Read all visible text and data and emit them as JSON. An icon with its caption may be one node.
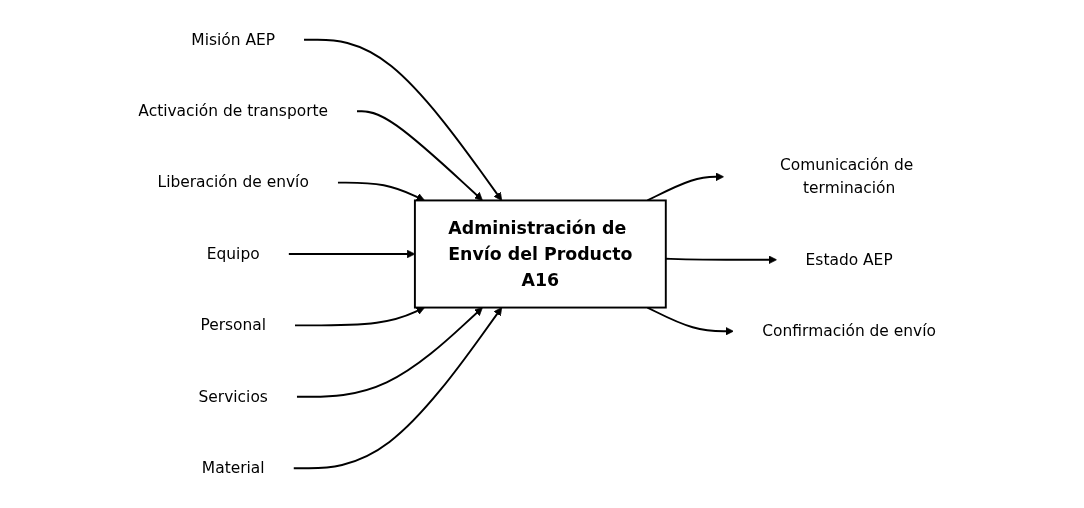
{
  "diagram": {
    "nodes": [
      {
        "text": [
          "Administración de Envío del Producto",
          "A16"
        ]
      },
      {
        "text": [
          "Misión AEP"
        ]
      },
      {
        "text": [
          "Activación de transporte"
        ]
      },
      {
        "text": [
          "Liberación de envío"
        ]
      },
      {
        "text": [
          "Comunicación de terminación"
        ]
      },
      {
        "text": [
          "Estado AEP"
        ]
      },
      {
        "text": [
          "Confirmación de envío"
        ]
      },
      {
        "text": [
          "Equipo"
        ]
      },
      {
        "text": [
          "Personal"
        ]
      },
      {
        "text": [
          "Servicios"
        ]
      },
      {
        "text": [
          "Material"
        ]
      }
    ],
    "edges": [
      {
        "from": 1,
        "to": 0,
        "arrow": "to"
      },
      {
        "from": 2,
        "to": 0,
        "arrow": "to"
      },
      {
        "from": 3,
        "to": 0,
        "arrow": "to"
      },
      {
        "from": 0,
        "to": 4,
        "arrow": "to"
      },
      {
        "from": 0,
        "to": 5,
        "arrow": "to"
      },
      {
        "from": 0,
        "to": 6,
        "arrow": "to"
      },
      {
        "from": 7,
        "to": 0,
        "arrow": "to"
      },
      {
        "from": 8,
        "to": 0,
        "arrow": "to"
      },
      {
        "from": 9,
        "to": 0,
        "arrow": "to"
      },
      {
        "from": 10,
        "to": 0,
        "arrow": "to"
      }
    ]
  }
}
